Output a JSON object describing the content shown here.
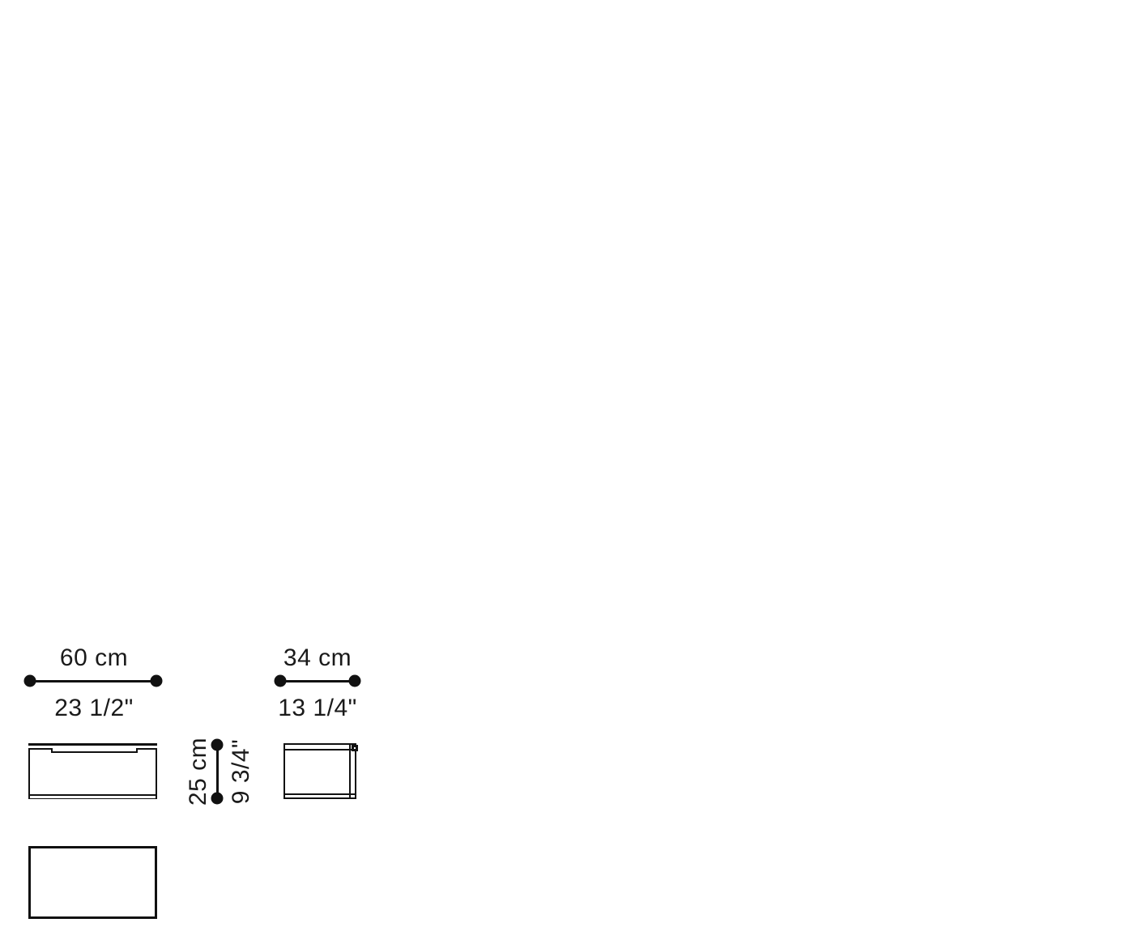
{
  "drawing": {
    "background_color": "#ffffff",
    "line_color": "#111111",
    "text_color": "#1a1a1a"
  },
  "dimensions": {
    "width": {
      "metric_label": "60 cm",
      "imperial_label": "23 1/2\"",
      "axis": "horizontal"
    },
    "depth": {
      "metric_label": "34 cm",
      "imperial_label": "13 1/4\"",
      "axis": "horizontal"
    },
    "height": {
      "metric_label": "25 cm",
      "imperial_label": "9 3/4\"",
      "axis": "vertical"
    }
  },
  "views": {
    "front_elevation": {
      "name": "front-elevation"
    },
    "side_elevation": {
      "name": "side-elevation"
    },
    "plan": {
      "name": "plan-view"
    }
  }
}
